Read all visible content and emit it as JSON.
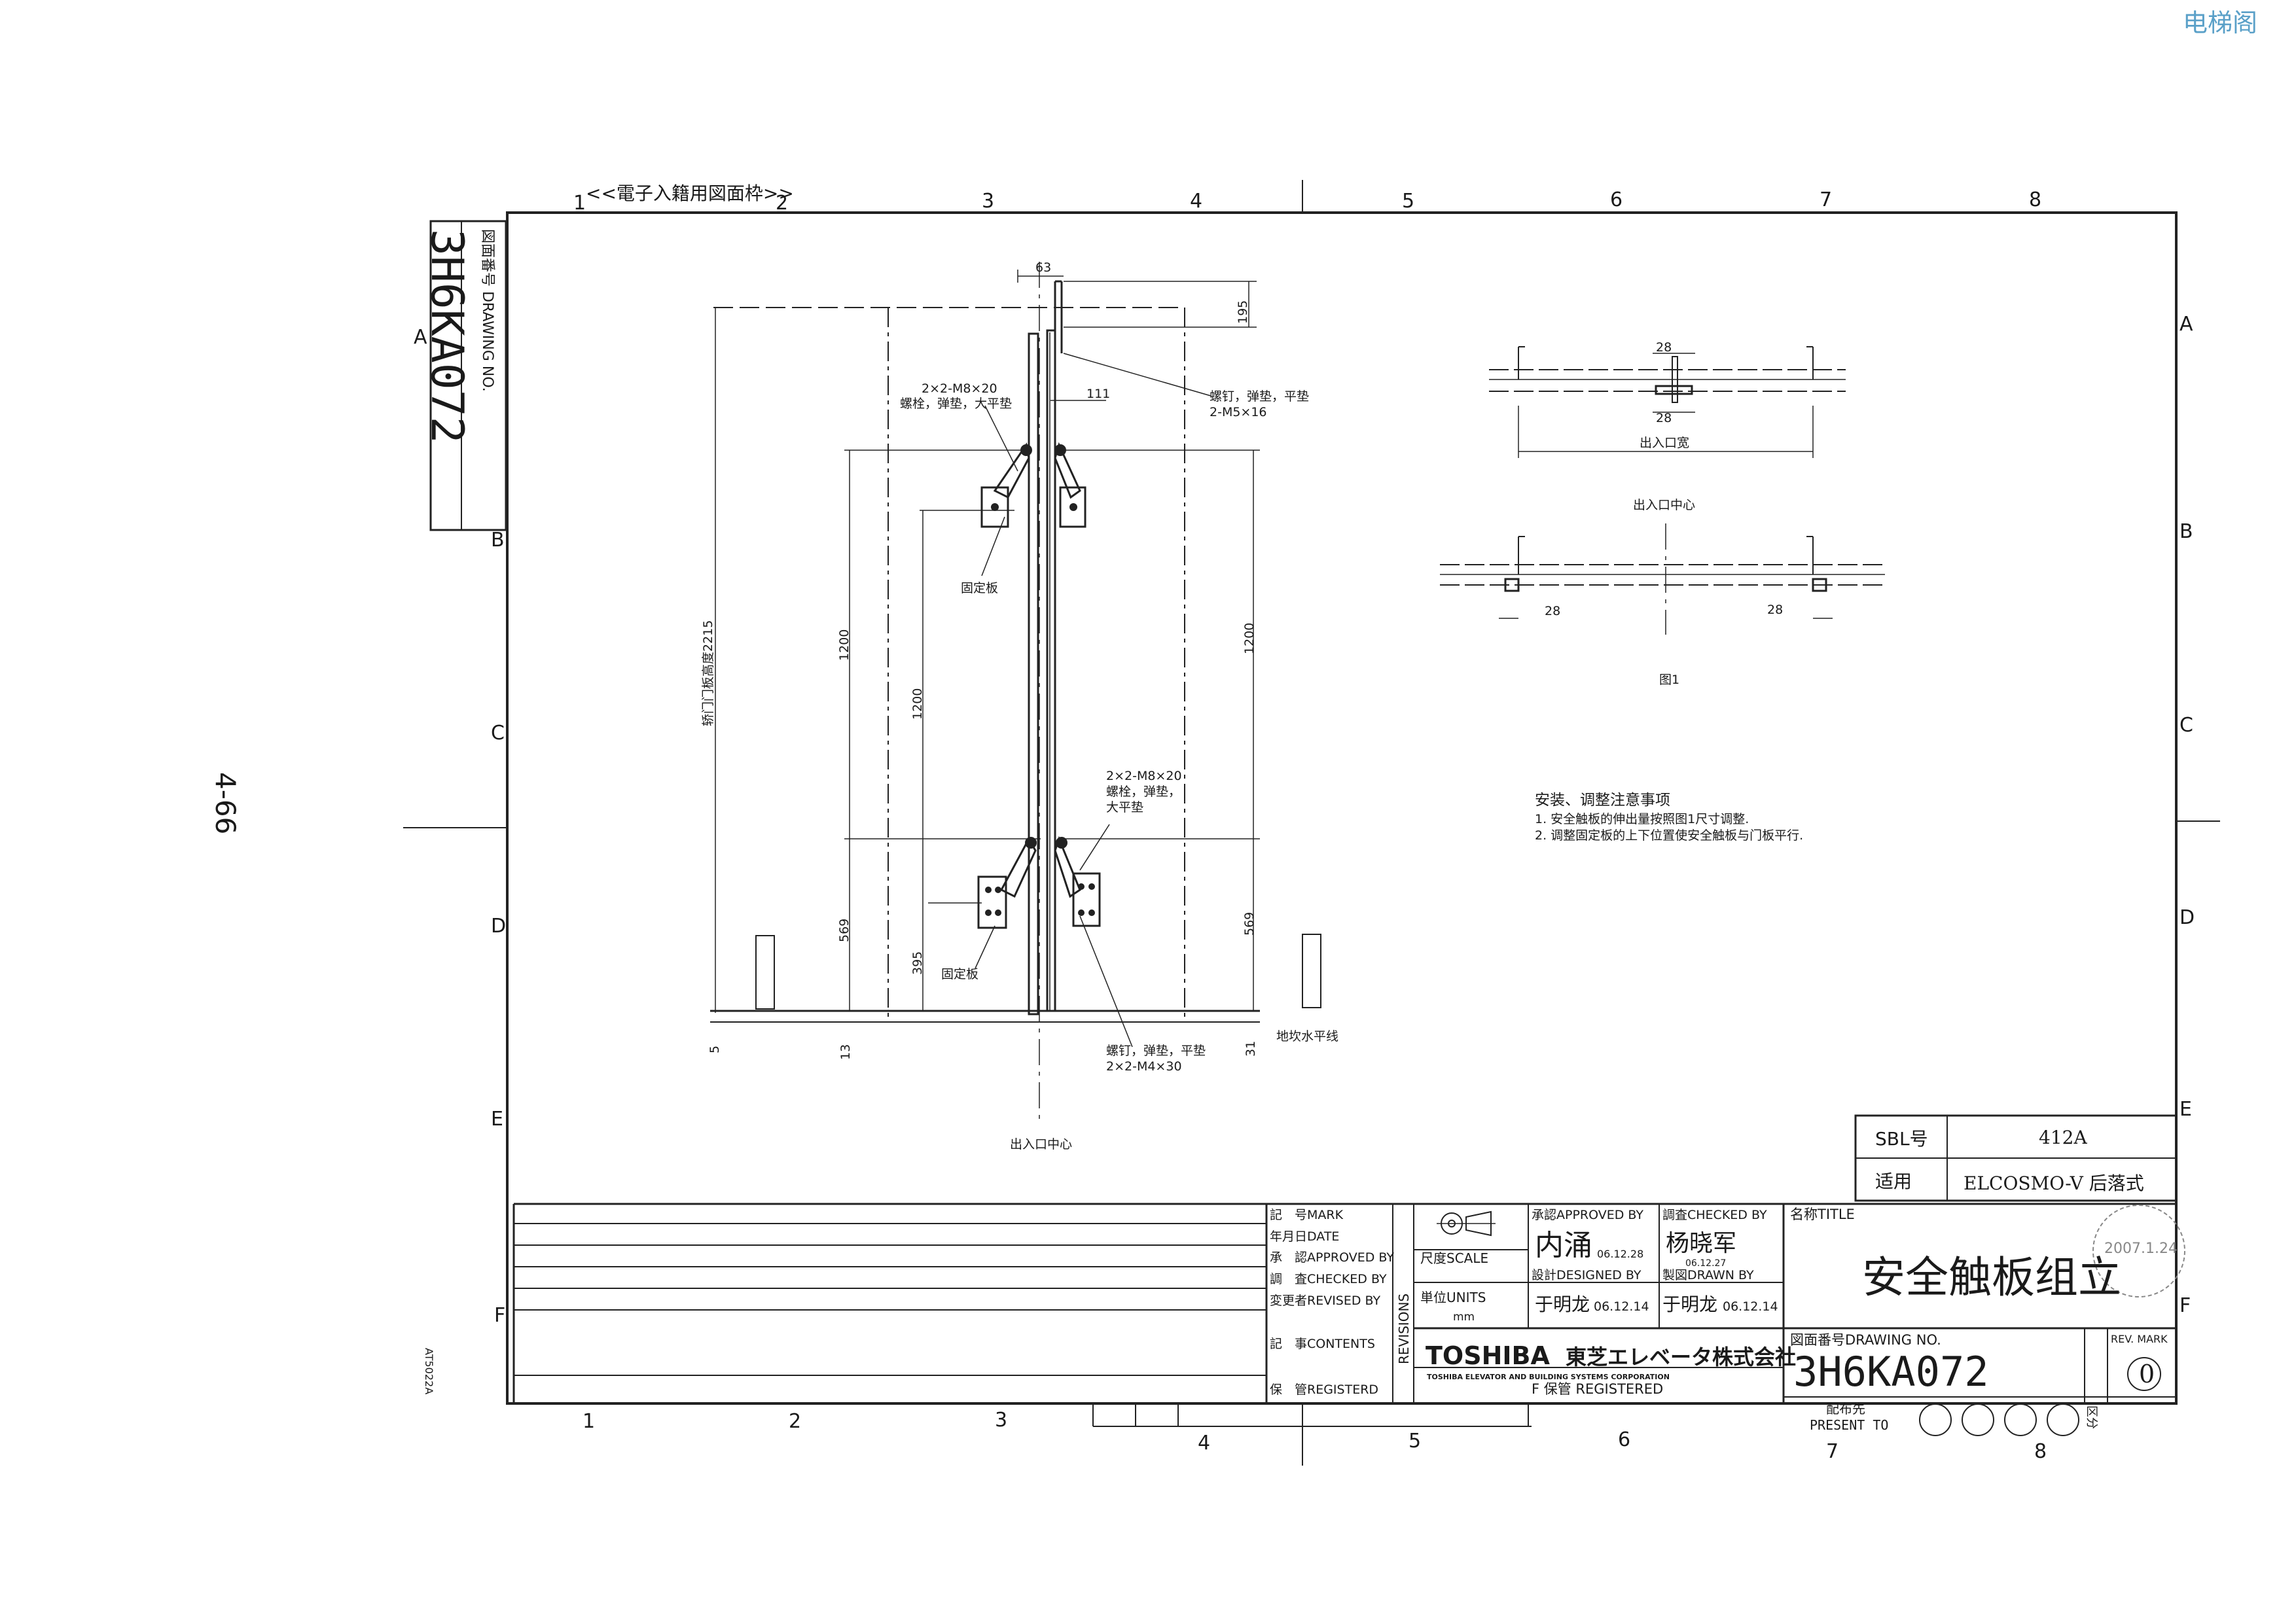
{
  "watermark": "电梯阁",
  "page_number": "4-66",
  "frame_caption": "<<電子入籍用図面枠>>",
  "side_code": "AT5022A",
  "columns": [
    "1",
    "2",
    "3",
    "4",
    "5",
    "6",
    "7",
    "8"
  ],
  "rows": [
    "A",
    "B",
    "C",
    "D",
    "E",
    "F"
  ],
  "drawing_no": "3H6KA072",
  "drawing_no_caption": "図面番号 DRAWING NO.",
  "front_view": {
    "dim_63": "63",
    "dim_195": "195",
    "dim_111": "111",
    "dim_1200_left": "1200",
    "dim_1200_inner": "1200",
    "dim_1200_right": "1200",
    "dim_569_left": "569",
    "dim_395": "395",
    "dim_569_right": "569",
    "dim_5": "5",
    "dim_13": "13",
    "dim_31": "31",
    "door_height_label": "轿门门板高度2215",
    "note_upper_bolts_1": "2×2-M8×20",
    "note_upper_bolts_2": "螺栓，弹垫，大平垫",
    "note_top_screw_1": "螺钉，弹垫，平垫",
    "note_top_screw_2": "2-M5×16",
    "fixing_plate_upper": "固定板",
    "note_lower_bolts_1": "2×2-M8×20",
    "note_lower_bolts_2": "螺栓，弹垫，",
    "note_lower_bolts_3": "大平垫",
    "fixing_plate_lower": "固定板",
    "note_bottom_screw_1": "螺钉，弹垫，平垫",
    "note_bottom_screw_2": "2×2-M4×30",
    "pit_level": "地坎水平线",
    "entrance_center": "出入口中心"
  },
  "plan_view": {
    "dim_28_a": "28",
    "dim_28_b": "28",
    "entrance_width": "出入口宽",
    "entrance_center": "出入口中心",
    "dim_28_c": "28",
    "dim_28_d": "28",
    "figure_label": "图1"
  },
  "notes": {
    "heading": "安装、调整注意事项",
    "line1": "1. 安全触板的伸出量按照图1尺寸调整.",
    "line2": "2. 调整固定板的上下位置使安全触板与门板平行."
  },
  "title_block": {
    "sbl_label": "SBL号",
    "sbl_value": "412A",
    "apply_label": "适用",
    "apply_value": "ELCOSMO-V 后落式",
    "mark_label": "記　号MARK",
    "date_label": "年月日DATE",
    "approved_label": "承　認APPROVED BY",
    "checked_label": "調　査CHECKED BY",
    "revised_label": "変更者REVISED BY",
    "contents_label": "記　事CONTENTS",
    "registered_label": "保　管REGISTERD",
    "revisions_label": "REVISIONS",
    "scale_label": "尺度SCALE",
    "units_label": "単位UNITS",
    "units_value": "mm",
    "approvedby_label": "承認APPROVED BY",
    "approvedby_sign": "内涌",
    "approvedby_date": "06.12.28",
    "checkedby_label": "調査CHECKED BY",
    "checkedby_sign": "杨晓军",
    "checkedby_date": "06.12.27",
    "designedby_label": "設計DESIGNED BY",
    "designedby_name": "于明龙",
    "designedby_date": "06.12.14",
    "drawnby_label": "製図DRAWN BY",
    "drawnby_name": "于明龙",
    "drawnby_date": "06.12.14",
    "title_label": "名称TITLE",
    "title_value": "安全触板组立",
    "company_logo": "TOSHIBA",
    "company_jp": "東芝エレベータ株式会社",
    "company_en": "TOSHIBA ELEVATOR AND BUILDING SYSTEMS CORPORATION",
    "drawing_no_label": "図面番号DRAWING NO.",
    "drawing_no_value": "3H6KA072",
    "rev_label": "REV. MARK",
    "rev_value": "0",
    "present_label": "配布先",
    "present_to": "PRESENT TO",
    "kubun": "区分",
    "registered_box": "F 保管 REGISTERED",
    "stamp_text": "2007.1.24"
  }
}
